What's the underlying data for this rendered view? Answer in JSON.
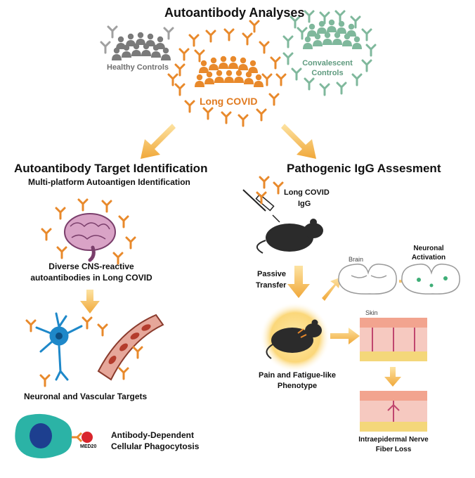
{
  "title": "Autoantibody Analyses",
  "groups": {
    "healthy": "Healthy Controls",
    "convalescent_line1": "Convalescent",
    "convalescent_line2": "Controls",
    "long_covid": "Long COVID"
  },
  "left": {
    "heading": "Autoantibody Target Identification",
    "subheading": "Multi-platform Autoantigen Identification",
    "cns_line1": "Diverse CNS-reactive",
    "cns_line2": "autoantibodies in Long COVID",
    "targets": "Neuronal and Vascular Targets",
    "adcp_line1": "Antibody-Dependent",
    "adcp_line2": "Cellular Phagocytosis",
    "med20": "MED20"
  },
  "right": {
    "heading": "Pathogenic IgG Assesment",
    "igg_line1": "Long COVID",
    "igg_line2": "IgG",
    "passive_line1": "Passive",
    "passive_line2": "Transfer",
    "brain": "Brain",
    "neuro_line1": "Neuronal",
    "neuro_line2": "Activation",
    "skin": "Skin",
    "pain_line1": "Pain and Fatigue-like",
    "pain_line2": "Phenotype",
    "nerve_line1": "Intraepidermal Nerve",
    "nerve_line2": "Fiber Loss"
  },
  "colors": {
    "orange": "#e8892b",
    "grey": "#7a7a7a",
    "green": "#7fb89c",
    "arrow": "#f2b84b"
  }
}
